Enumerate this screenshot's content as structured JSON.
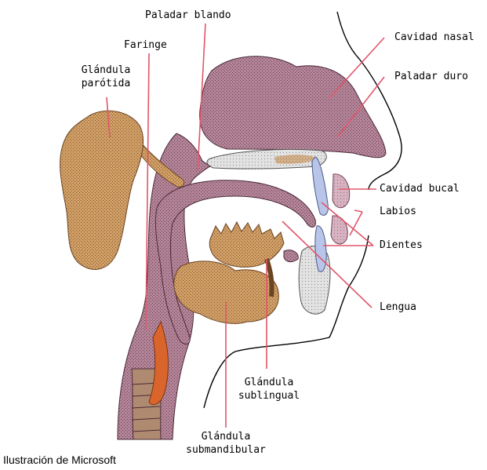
{
  "colors": {
    "tissue_mauve": "#a8788c",
    "tissue_dark": "#7a4f62",
    "gland_tan": "#c7955e",
    "gland_dark": "#8f6236",
    "bone_gray": "#d9d9d9",
    "blue_tooth": "#b8c4e8",
    "leader_red": "#e0566a",
    "vessel_orange": "#d9652c"
  },
  "labels": {
    "paladar_blando": "Paladar blando",
    "faringe": "Faringe",
    "glandula_parotida_1": "Glándula",
    "glandula_parotida_2": "parótida",
    "cavidad_nasal": "Cavidad nasal",
    "paladar_duro": "Paladar duro",
    "cavidad_bucal": "Cavidad bucal",
    "labios": "Labios",
    "dientes": "Dientes",
    "lengua": "Lengua",
    "glandula_sublingual_1": "Glándula",
    "glandula_sublingual_2": "sublingual",
    "glandula_submandibular_1": "Glándula",
    "glandula_submandibular_2": "submandibular"
  },
  "credit": "Ilustración de Microsoft"
}
